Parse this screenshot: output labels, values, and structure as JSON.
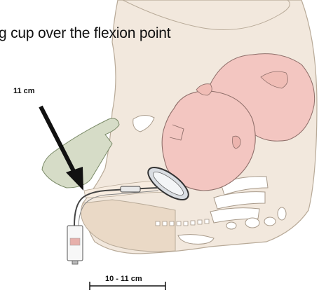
{
  "title": "g cup over the flexion point",
  "labels": {
    "insertion_depth": "11 cm",
    "scale_bar": "10 - 11 cm"
  }
}
